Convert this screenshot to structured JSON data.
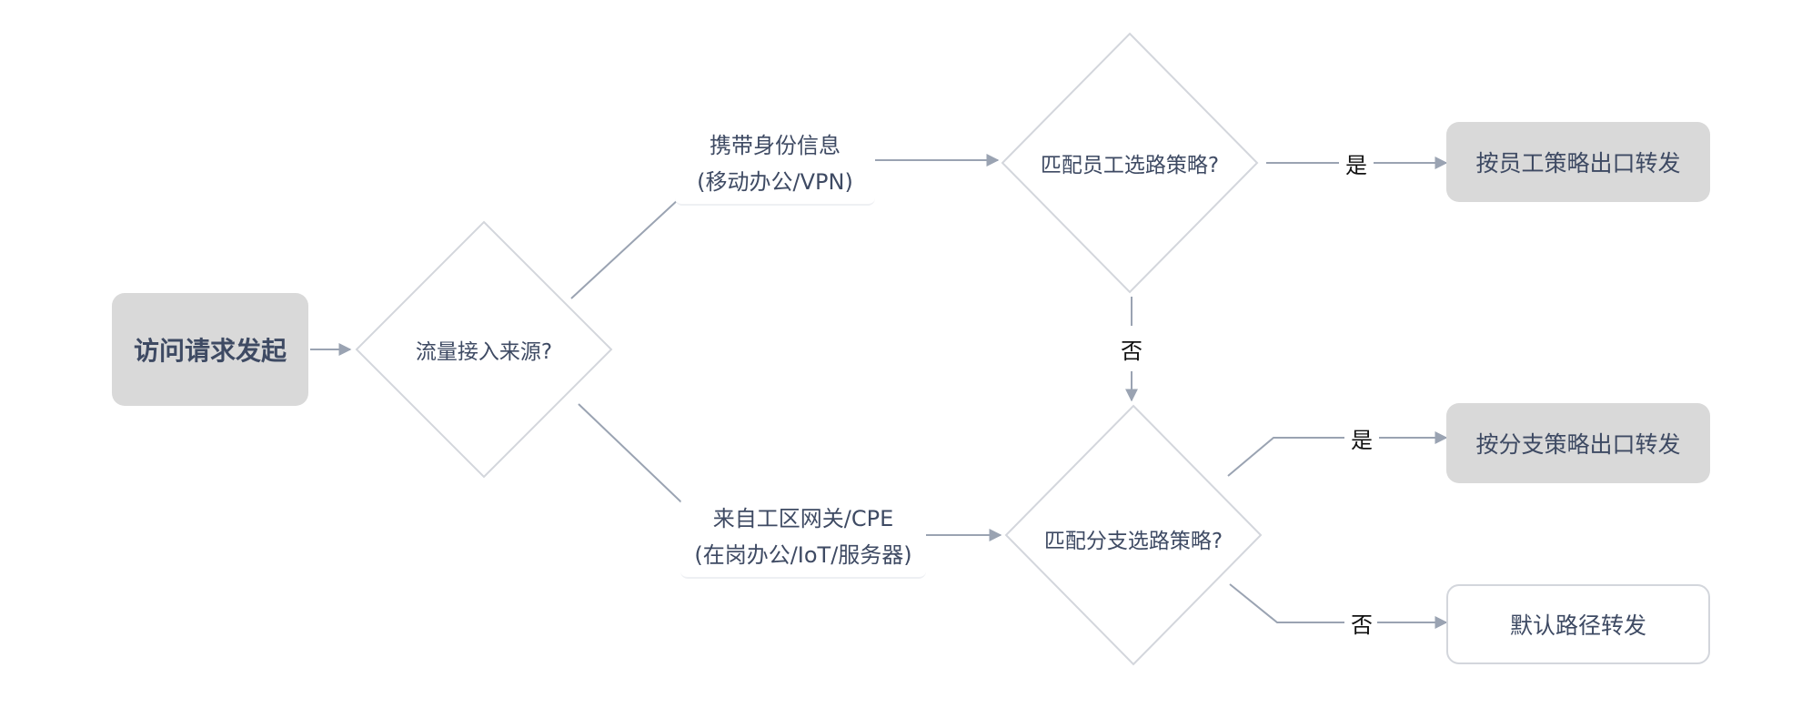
{
  "nodes": {
    "start": "访问请求发起",
    "source": "流量接入来源?",
    "identity_line1": "携带身份信息",
    "identity_line2": "(移动办公/VPN)",
    "gateway_line1": "来自工区网关/CPE",
    "gateway_line2": "(在岗办公/IoT/服务器)",
    "employee_check": "匹配员工选路策略?",
    "branch_check": "匹配分支选路策略?",
    "employee_forward": "按员工策略出口转发",
    "branch_forward": "按分支策略出口转发",
    "default_forward": "默认路径转发"
  },
  "edges": {
    "employee_yes": "是",
    "employee_no": "否",
    "branch_yes": "是",
    "branch_no": "否"
  },
  "colors": {
    "node_fill": "#d9d9d9",
    "stroke": "#d3d6dc",
    "arrow": "#9aa3b2",
    "text": "#3e4a63"
  }
}
